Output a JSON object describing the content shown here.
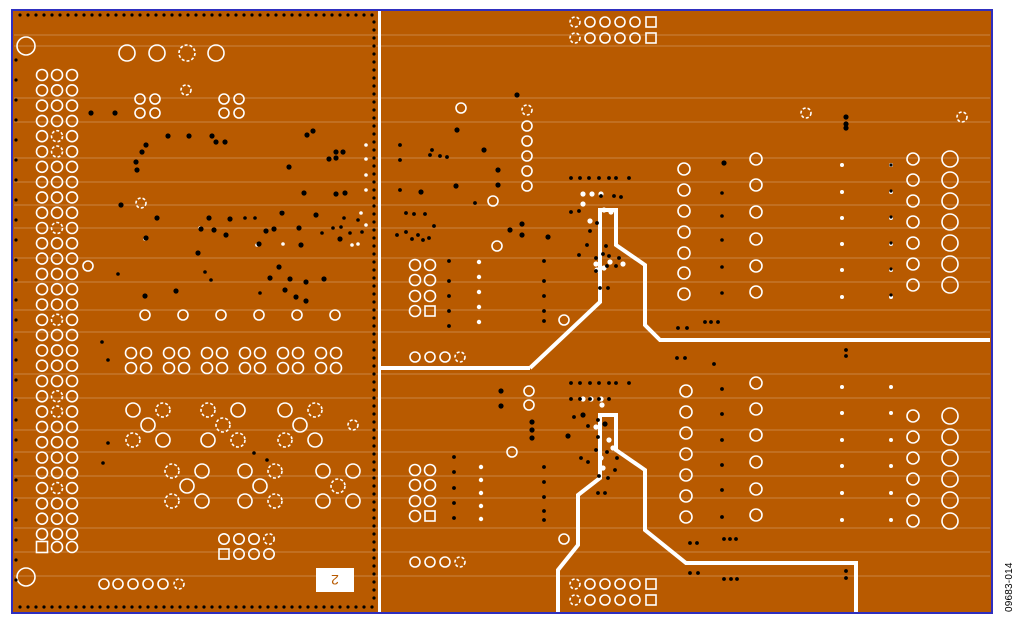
{
  "figure": {
    "figure_id": "09683-014",
    "silkscreen_label": "2"
  },
  "colors": {
    "board": "#b85a00",
    "border": "#2f2fbf",
    "pad": "#ffffff",
    "via": "#000000",
    "trace": "#ffffff"
  },
  "icons": {
    "fiducial": "large-ring",
    "pad_round": "ring",
    "pad_square": "square-ring",
    "via": "filled-dot"
  }
}
